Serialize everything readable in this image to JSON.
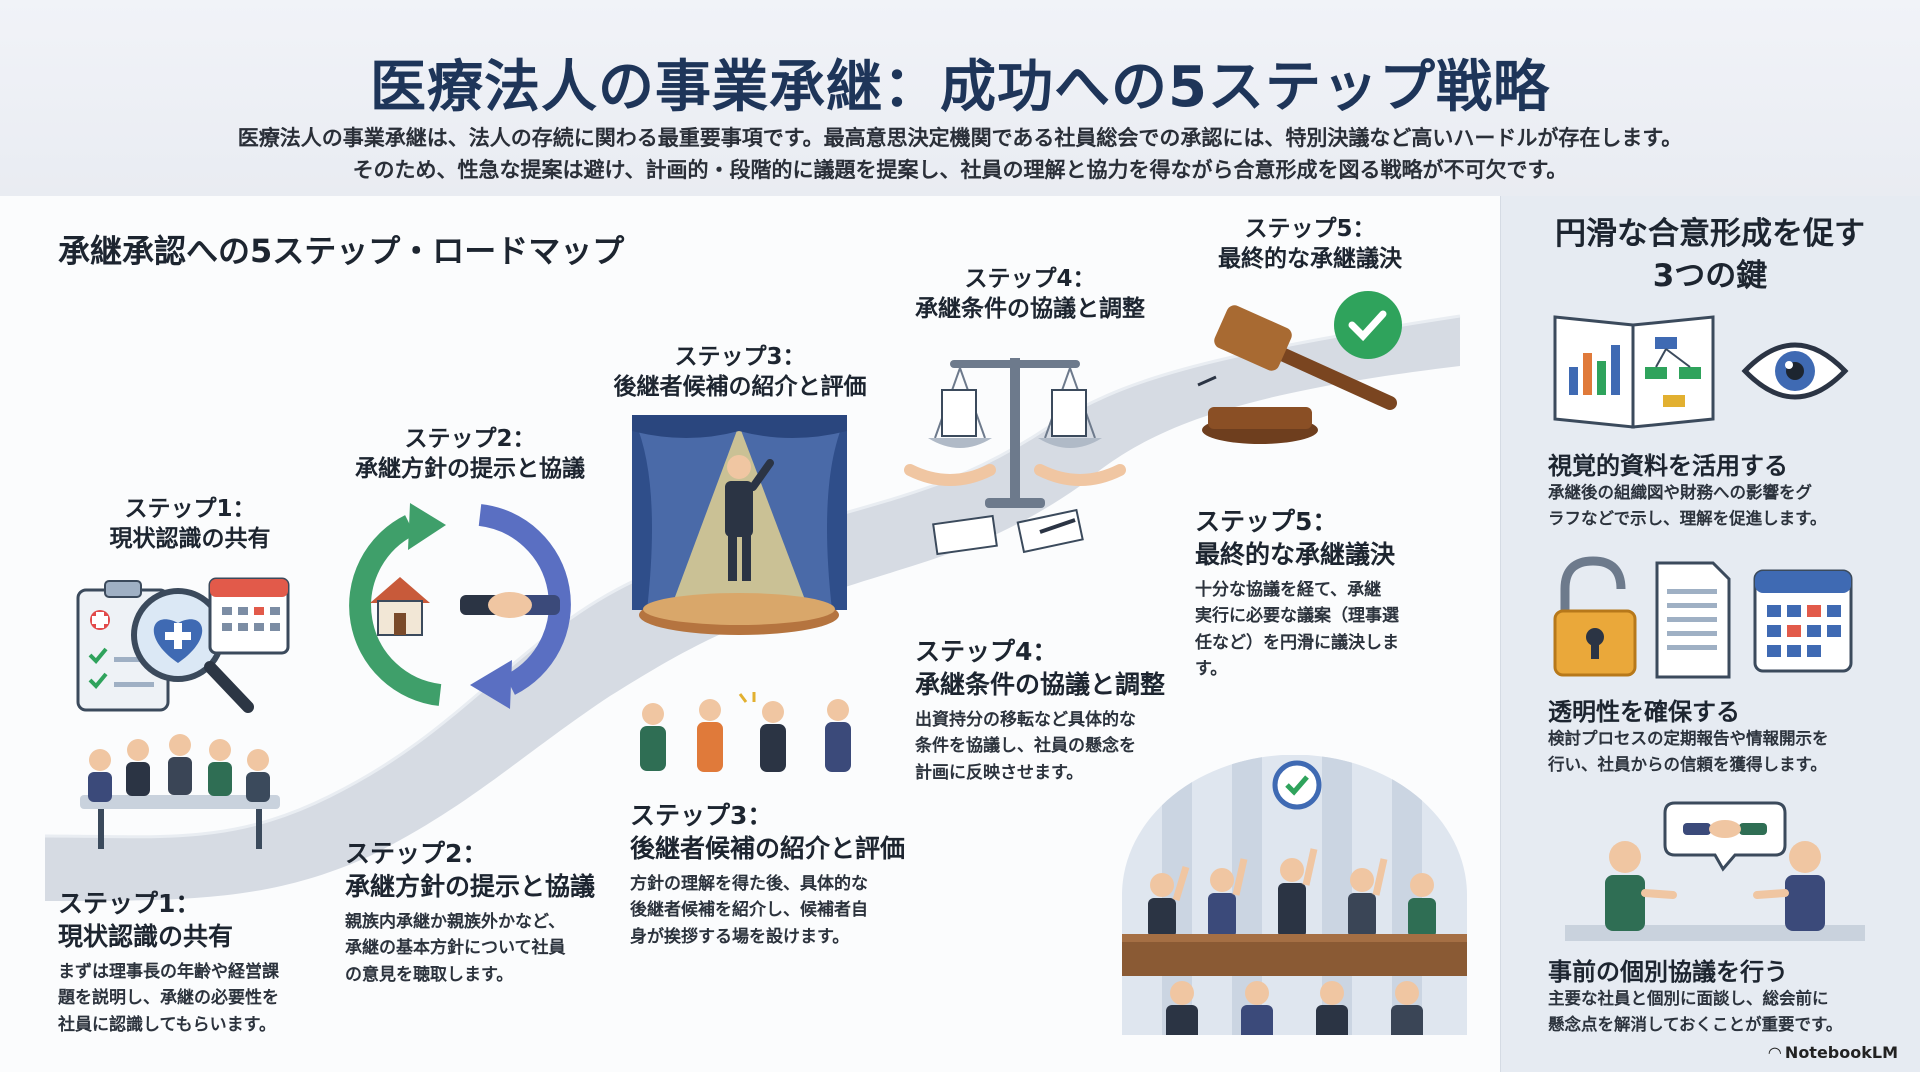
{
  "header": {
    "title": "医療法人の事業承継：成功への5ステップ戦略",
    "lead_line1": "医療法人の事業承継は、法人の存続に関わる最重要事項です。最高意思決定機関である社員総会での承認には、特別決議など高いハードルが存在します。",
    "lead_line2": "そのため、性急な提案は避け、計画的・段階的に議題を提案し、社員の理解と協力を得ながら合意形成を図る戦略が不可欠です。"
  },
  "roadmap": {
    "title": "承継承認への5ステップ・ロードマップ",
    "labels": [
      {
        "step": "ステップ1：",
        "name": "現状認識の共有"
      },
      {
        "step": "ステップ2：",
        "name": "承継方針の提示と協議"
      },
      {
        "step": "ステップ3：",
        "name": "後継者候補の紹介と評価"
      },
      {
        "step": "ステップ4：",
        "name": "承継条件の協議と調整"
      },
      {
        "step": "ステップ5：",
        "name": "最終的な承継議決"
      }
    ],
    "descriptions": [
      {
        "step": "ステップ1：",
        "name": "現状認識の共有",
        "lines": [
          "まずは理事長の年齢や経営課",
          "題を説明し、承継の必要性を",
          "社員に認識してもらいます。"
        ]
      },
      {
        "step": "ステップ2：",
        "name": "承継方針の提示と協議",
        "lines": [
          "親族内承継か親族外かなど、",
          "承継の基本方針について社員",
          "の意見を聴取します。"
        ]
      },
      {
        "step": "ステップ3：",
        "name": "後継者候補の紹介と評価",
        "lines": [
          "方針の理解を得た後、具体的な",
          "後継者候補を紹介し、候補者自",
          "身が挨拶する場を設けます。"
        ]
      },
      {
        "step": "ステップ4：",
        "name": "承継条件の協議と調整",
        "lines": [
          "出資持分の移転など具体的な",
          "条件を協議し、社員の懸念を",
          "計画に反映させます。"
        ]
      },
      {
        "step": "ステップ5：",
        "name": "最終的な承継議決",
        "lines": [
          "十分な協議を経て、承継",
          "実行に必要な議案（理事選",
          "任など）を円滑に議決しま",
          "す。"
        ]
      }
    ]
  },
  "keys": {
    "title_line1": "円滑な合意形成を促す",
    "title_line2": "3つの鍵",
    "items": [
      {
        "heading": "視覚的資料を活用する",
        "lines": [
          "承継後の組織図や財務への影響をグ",
          "ラフなどで示し、理解を促進します。"
        ],
        "icons": [
          "chart-book-icon",
          "eye-icon"
        ]
      },
      {
        "heading": "透明性を確保する",
        "lines": [
          "検討プロセスの定期報告や情報開示を",
          "行い、社員からの信頼を獲得します。"
        ],
        "icons": [
          "unlocked-padlock-icon",
          "document-icon",
          "calendar-icon"
        ]
      },
      {
        "heading": "事前の個別協議を行う",
        "lines": [
          "主要な社員と個別に面談し、総会前に",
          "懸念点を解消しておくことが重要です。"
        ],
        "icons": [
          "handshake-bubble-icon",
          "two-people-meeting-icon"
        ]
      }
    ]
  },
  "brand": "NotebookLM",
  "colors": {
    "title": "#1e3559",
    "road": "#d4d9e1",
    "accent_green": "#2fa35c",
    "accent_blue": "#3f6ab3",
    "gavel_brown": "#8a4f25"
  }
}
